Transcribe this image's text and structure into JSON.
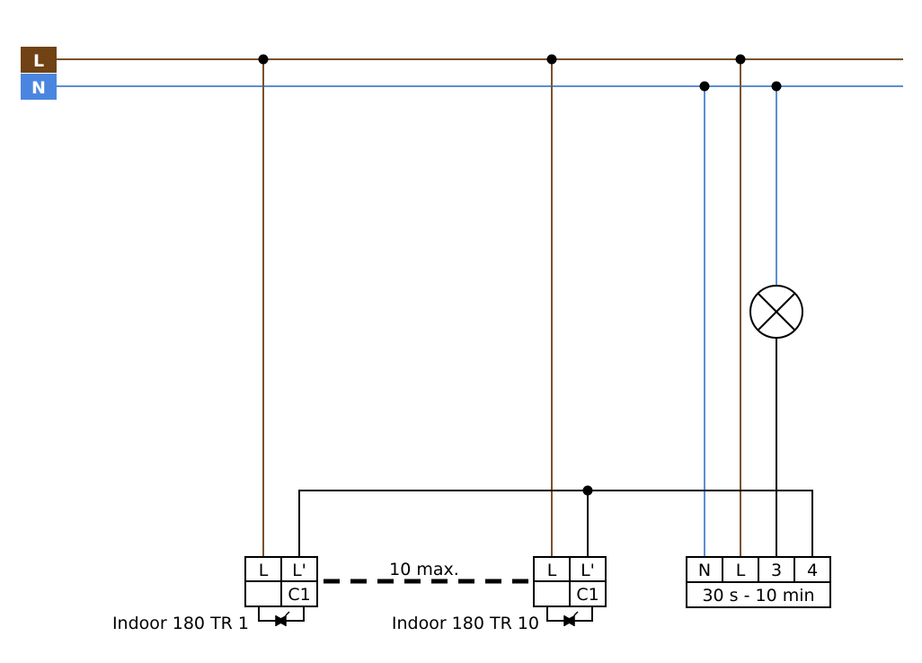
{
  "colors": {
    "live": "#7a5230",
    "live_badge": "#704214",
    "neutral": "#5b8fd4",
    "neutral_badge": "#4a86e0",
    "control": "#000000",
    "badge_text": "#ffffff"
  },
  "rails": {
    "live_label": "L",
    "neutral_label": "N"
  },
  "detector1": {
    "t1": "L",
    "t2": "L'",
    "t4": "C1",
    "name": "Indoor 180 TR 1"
  },
  "detector10": {
    "t1": "L",
    "t2": "L'",
    "t4": "C1",
    "name": "Indoor 180 TR 10"
  },
  "chain_label": "10 max.",
  "timer": {
    "t1": "N",
    "t2": "L",
    "t3": "3",
    "t4": "4",
    "range": "30 s - 10 min"
  },
  "lamp_icon": "lamp-icon"
}
